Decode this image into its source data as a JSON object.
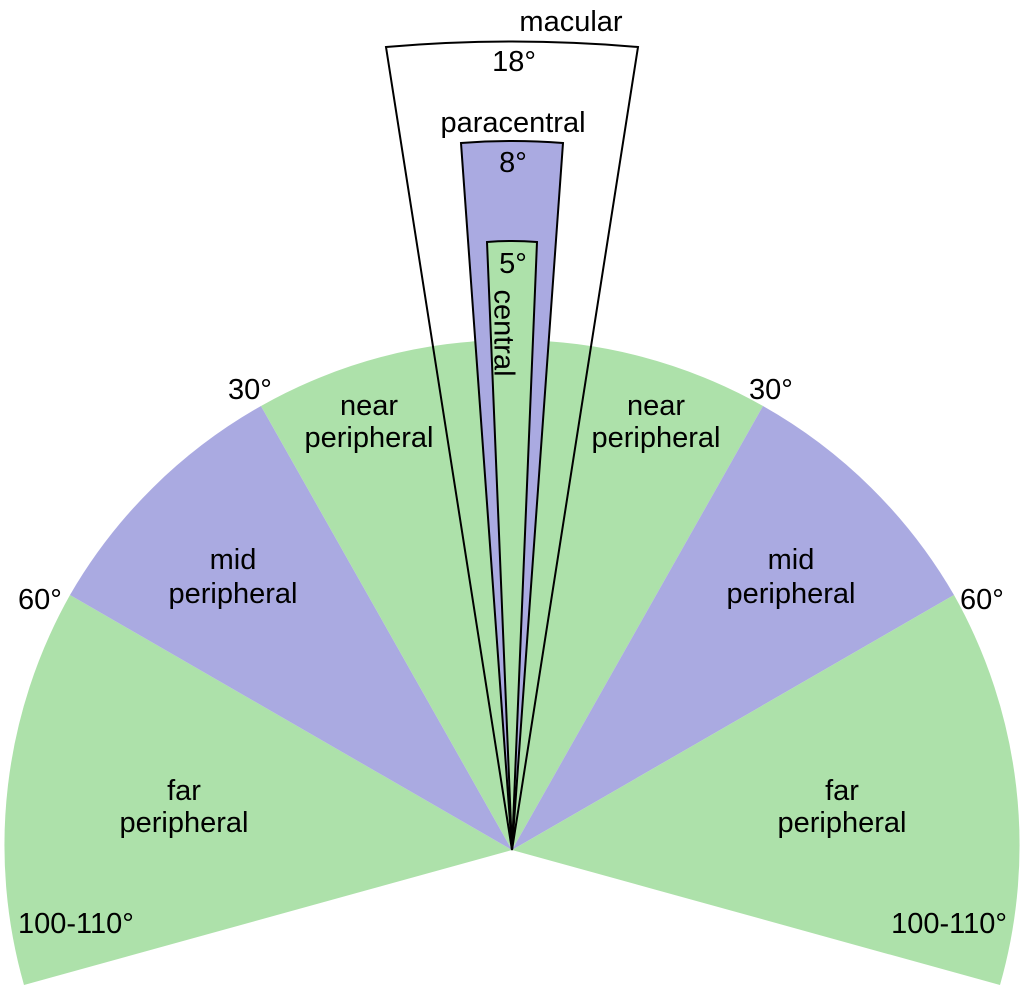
{
  "colors": {
    "green": "#ade1aa",
    "blue": "#aaaae1",
    "outline": "#000000",
    "background": "#ffffff"
  },
  "regions": {
    "far_left": {
      "line1": "far",
      "line2": "peripheral",
      "angle": "100-110°"
    },
    "mid_left": {
      "line1": "mid",
      "line2": "peripheral",
      "angle": "60°"
    },
    "near_left": {
      "line1": "near",
      "line2": "peripheral",
      "angle": "30°"
    },
    "near_right": {
      "line1": "near",
      "line2": "peripheral",
      "angle": "30°"
    },
    "mid_right": {
      "line1": "mid",
      "line2": "peripheral",
      "angle": "60°"
    },
    "far_right": {
      "line1": "far",
      "line2": "peripheral",
      "angle": "100-110°"
    }
  },
  "macular": {
    "label": "macular",
    "angle": "18°"
  },
  "paracentral": {
    "label": "paracentral",
    "angle": "8°"
  },
  "central": {
    "label": "central",
    "angle": "5°"
  }
}
